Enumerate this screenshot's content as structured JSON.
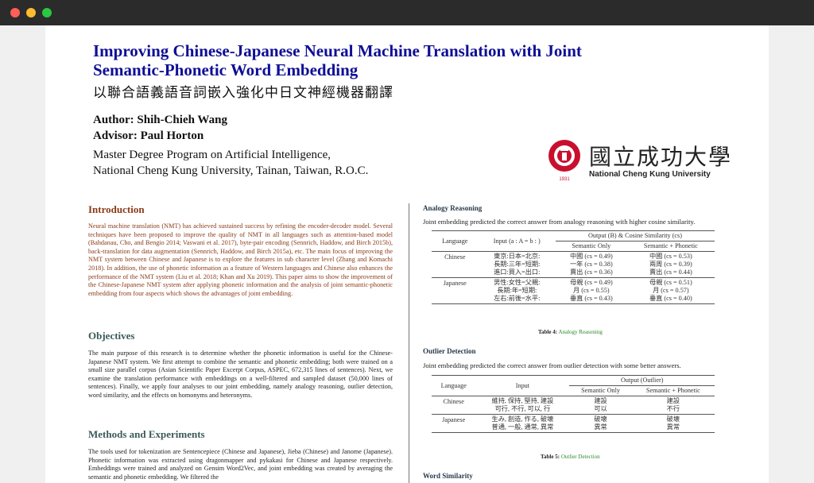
{
  "window": {
    "dots": [
      "close",
      "minimize",
      "maximize"
    ]
  },
  "title": "Improving Chinese-Japanese Neural Machine Translation with Joint Semantic-Phonetic Word Embedding",
  "subtitle": "以聯合語義語音詞嵌入強化中日文神經機器翻譯",
  "author": "Author: Shih-Chieh Wang",
  "advisor": "Advisor: Paul Horton",
  "program": "Master Degree Program on Artificial Intelligence,",
  "university": "National Cheng Kung University, Tainan, Taiwan, R.O.C.",
  "logo": {
    "chinese": "國立成功大學",
    "english": "National Cheng Kung University",
    "seal_year": "1931"
  },
  "intro": {
    "heading": "Introduction",
    "text": "Neural machine translation (NMT) has achieved sustained success by refining the encoder-decoder model. Several techniques have been proposed to improve the quality of NMT in all languages such as attention-based model (Bahdanau, Cho, and Bengio 2014; Vaswani et al. 2017), byte-pair encoding (Sennrich, Haddow, and Birch 2015b), back-translation for data augmentation (Sennrich, Haddow, and Birch 2015a), etc. The main focus of improving the NMT system between Chinese and Japanese is to explore the features in sub character level (Zhang and Komachi 2018). In addition, the use of phonetic information as a feature of Western languages and Chinese also enhances the performance of the NMT system (Liu et al. 2018; Khan and Xu 2019). This paper aims to show the improvement of the Chinese-Japanese NMT system after applying phonetic information and the analysis of joint semantic-phonetic embedding from four aspects which shows the advantages of joint embedding."
  },
  "objectives": {
    "heading": "Objectives",
    "text": "The main purpose of this research is to determine whether the phonetic information is useful for the Chinese-Japanese NMT system. We first attempt to combine the semantic and phonetic embedding; both were trained on a small size parallel corpus (Asian Scientific Paper Excerpt Corpus, ASPEC, 672,315 lines of sentences). Next, we examine the translation performance with embeddings on a well-filtered and sampled dataset (50,000 lines of sentences). Finally, we apply four analyses to our joint embedding, namely analogy reasoning, outlier detection, word similarity, and the effects on homonyms and heteronyms."
  },
  "methods": {
    "heading": "Methods and Experiments",
    "text": "The tools used for tokenization are Sentencepiece (Chinese and Japanese), Jieba (Chinese) and Janome (Japanese). Phonetic information was extracted using dragonmapper and pykakasi for Chinese and Japanese respectively. Embeddings were trained and analyzed on Gensim Word2Vec, and joint embedding was created by averaging the semantic and phonetic embedding. We filtered the"
  },
  "analogy": {
    "heading": "Analogy Reasoning",
    "lead": "Joint embedding predicted the correct answer from analogy reasoning with higher cosine similarity.",
    "headers": {
      "language": "Language",
      "input": "Input (a : A = b : )",
      "output": "Output (B) & Cosine Similarity (cs)",
      "sem": "Semantic Only",
      "semphon": "Semantic + Phonetic"
    },
    "rows": [
      {
        "lang": "Chinese",
        "inputs": [
          "東京:日本=北京:",
          "長期:三年=短期:",
          "進口:買入=出口:"
        ],
        "sem": [
          "中國 (cs = 0.49)",
          "一年 (cs = 0.38)",
          "賣出 (cs = 0.36)"
        ],
        "semphon": [
          "中國 (cs = 0.53)",
          "兩周 (cs = 0.39)",
          "賣出 (cs = 0.44)"
        ]
      },
      {
        "lang": "Japanese",
        "inputs": [
          "男性:女性=父親:",
          "長期:年=短期:",
          "左右:前後=水平:"
        ],
        "sem": [
          "母親 (cs = 0.49)",
          "月 (cs = 0.55)",
          "垂直 (cs = 0.43)"
        ],
        "semphon": [
          "母親 (cs = 0.51)",
          "月 (cs = 0.57)",
          "垂直 (cs = 0.40)"
        ]
      }
    ],
    "caption_label": "Table 4:",
    "caption_text": "Analogy Reasoning"
  },
  "outlier": {
    "heading": "Outlier Detection",
    "lead": "Joint embedding predicted the correct answer from outlier detection with some better answers.",
    "headers": {
      "language": "Language",
      "input": "Input",
      "output": "Output (Outlier)",
      "sem": "Semantic Only",
      "semphon": "Semantic + Phonetic"
    },
    "rows": [
      {
        "lang": "Chinese",
        "inputs": [
          "維持, 保持, 堅持, 建設",
          "可行, 不行, 可以, 行"
        ],
        "sem": [
          "建設",
          "可以"
        ],
        "semphon": [
          "建設",
          "不行"
        ]
      },
      {
        "lang": "Japanese",
        "inputs": [
          "生み, 創造, 作る, 破壊",
          "普通, 一般, 通常, 異常"
        ],
        "sem": [
          "破壊",
          "異常"
        ],
        "semphon": [
          "破壊",
          "異常"
        ]
      }
    ],
    "caption_label": "Table 5:",
    "caption_text": "Outlier Detection"
  },
  "similarity": {
    "heading": "Word Similarity"
  }
}
